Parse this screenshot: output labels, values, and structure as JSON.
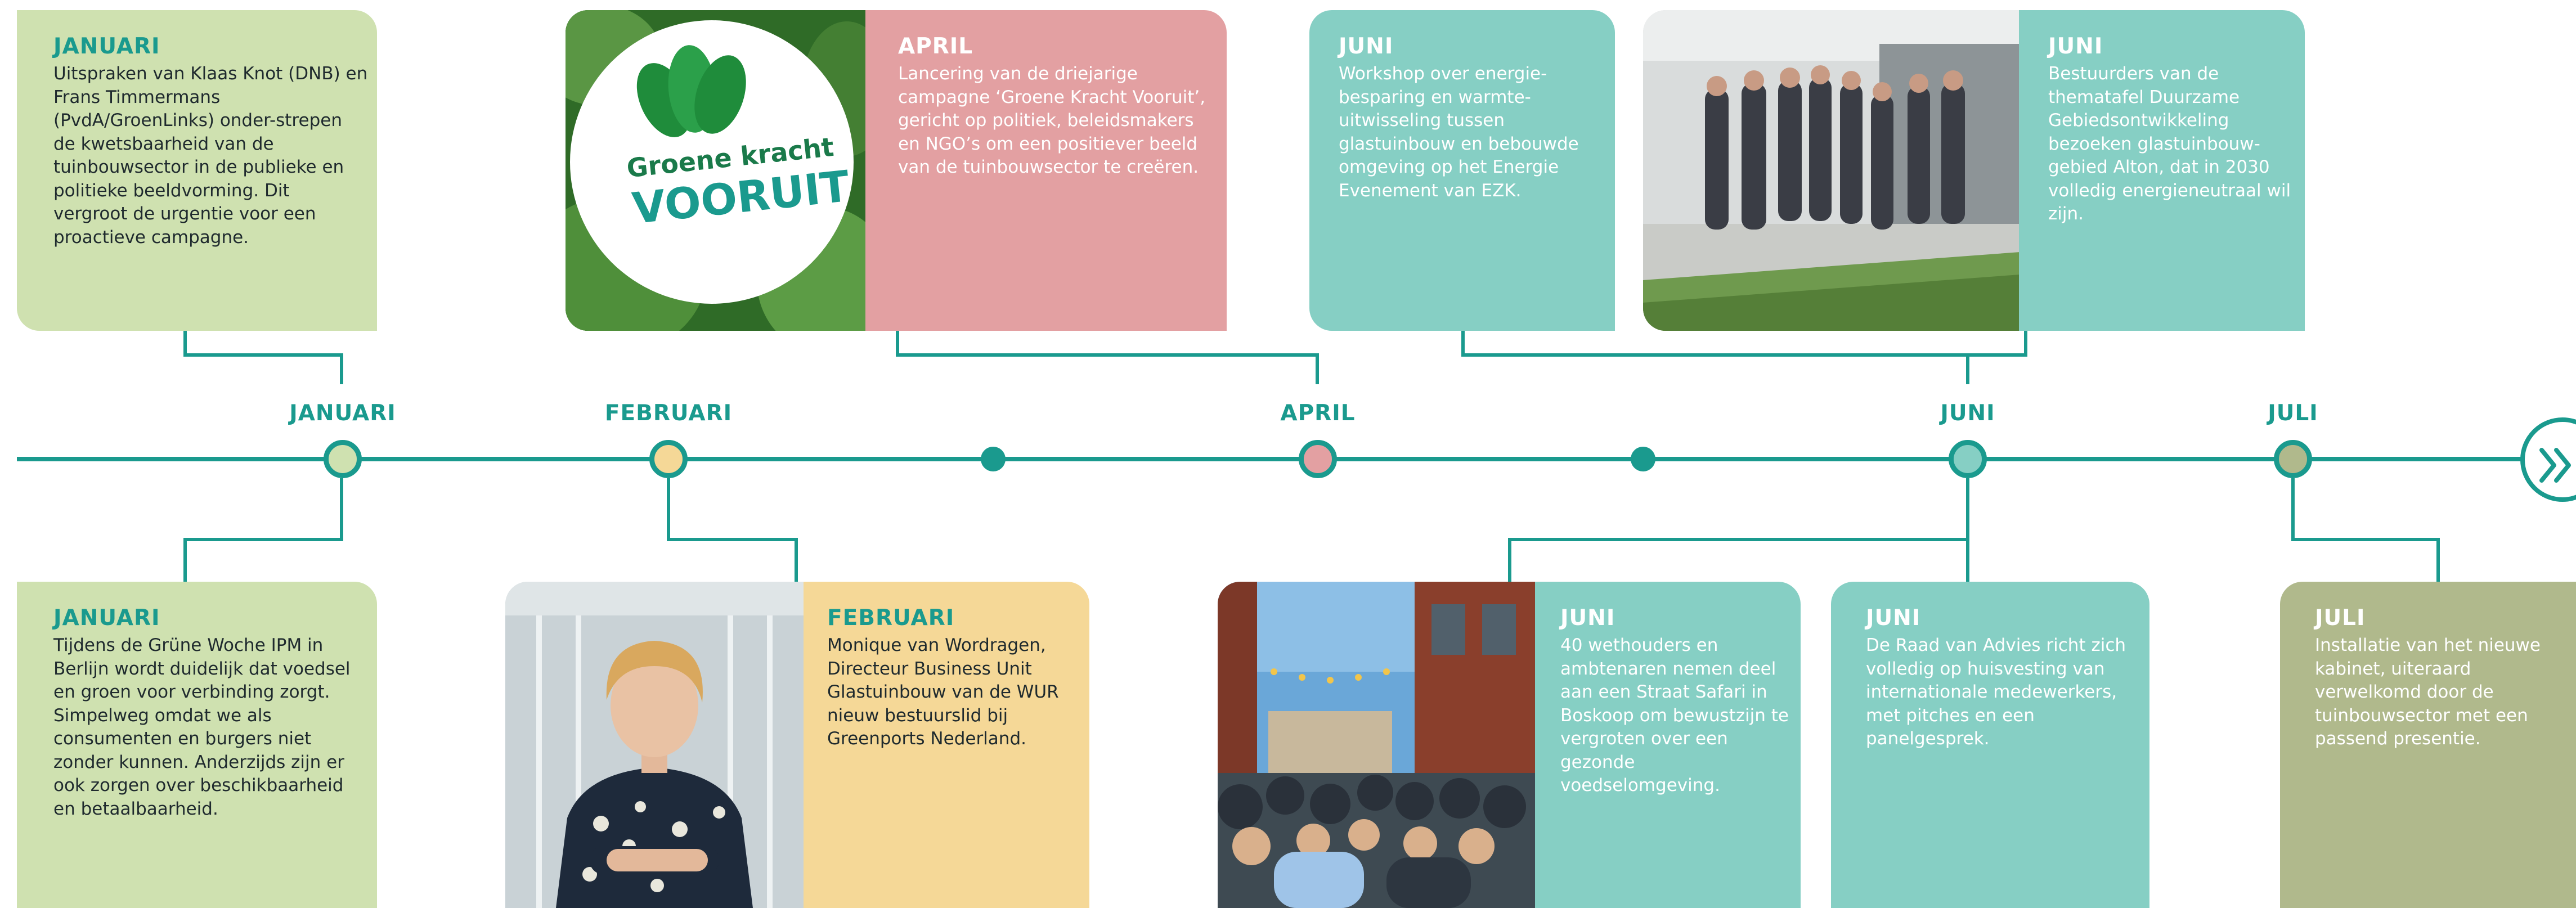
{
  "colors": {
    "teal": "#1a9a8e",
    "light_green": "#cfe1b0",
    "pink": "#e3a0a2",
    "aqua": "#86cfc4",
    "sand": "#f5d897",
    "olive": "#b0b98c",
    "yellow_node": "#f5d897"
  },
  "timeline": {
    "months": [
      {
        "label": "JANUARI"
      },
      {
        "label": "FEBRUARI"
      },
      {
        "label": "APRIL"
      },
      {
        "label": "JUNI"
      },
      {
        "label": "JULI"
      }
    ],
    "next_icon": "double-chevron-right-icon"
  },
  "cards_top": [
    {
      "month": "JANUARI",
      "text": "Uitspraken van Klaas Knot (DNB) en Frans Timmermans (PvdA/GroenLinks) onder-strepen de kwetsbaarheid van de tuinbouwsector in de publieke en politieke beeldvorming. Dit vergroot de urgentie voor een proactieve campagne."
    },
    {
      "month": "APRIL",
      "text": "Lancering van de driejarige campagne ‘Groene Kracht Vooruit’, gericht op politiek, beleidsmakers en NGO’s om een positiever beeld van de tuinbouwsector te creëren."
    },
    {
      "month": "JUNI",
      "text": "Workshop over energie-besparing en warmte-uitwisseling tussen glastuinbouw en bebouwde omgeving op het Energie Evenement van EZK."
    },
    {
      "month": "JUNI",
      "text": "Bestuurders van de thematafel Duurzame Gebiedsontwikkeling bezoeken glastuinbouw-gebied Alton, dat in 2030 volledig energieneutraal wil zijn."
    }
  ],
  "cards_bottom": [
    {
      "month": "JANUARI",
      "text": "Tijdens de Grüne Woche IPM in Berlijn wordt duidelijk dat voedsel en groen voor verbinding zorgt. Simpelweg omdat we als consumenten en burgers niet zonder kunnen. Anderzijds zijn er ook zorgen over beschikbaarheid en betaalbaarheid."
    },
    {
      "month": "FEBRUARI",
      "text": "Monique van Wordragen, Directeur Business Unit Glastuinbouw van de WUR nieuw bestuurslid bij Greenports Nederland."
    },
    {
      "month": "JUNI",
      "text": "40 wethouders en ambtenaren nemen deel aan een Straat Safari in Boskoop om bewustzijn te vergroten over een gezonde voedselomgeving."
    },
    {
      "month": "JUNI",
      "text": "De Raad van Advies richt zich volledig op huisvesting van internationale medewerkers, met pitches en een panelgesprek."
    },
    {
      "month": "JULI",
      "text": "Installatie van het nieuwe kabinet, uiteraard verwelkomd door de tuinbouwsector met een passend presentie."
    }
  ],
  "logo": {
    "line1": "Groene kracht",
    "line2": "VOORUIT"
  }
}
